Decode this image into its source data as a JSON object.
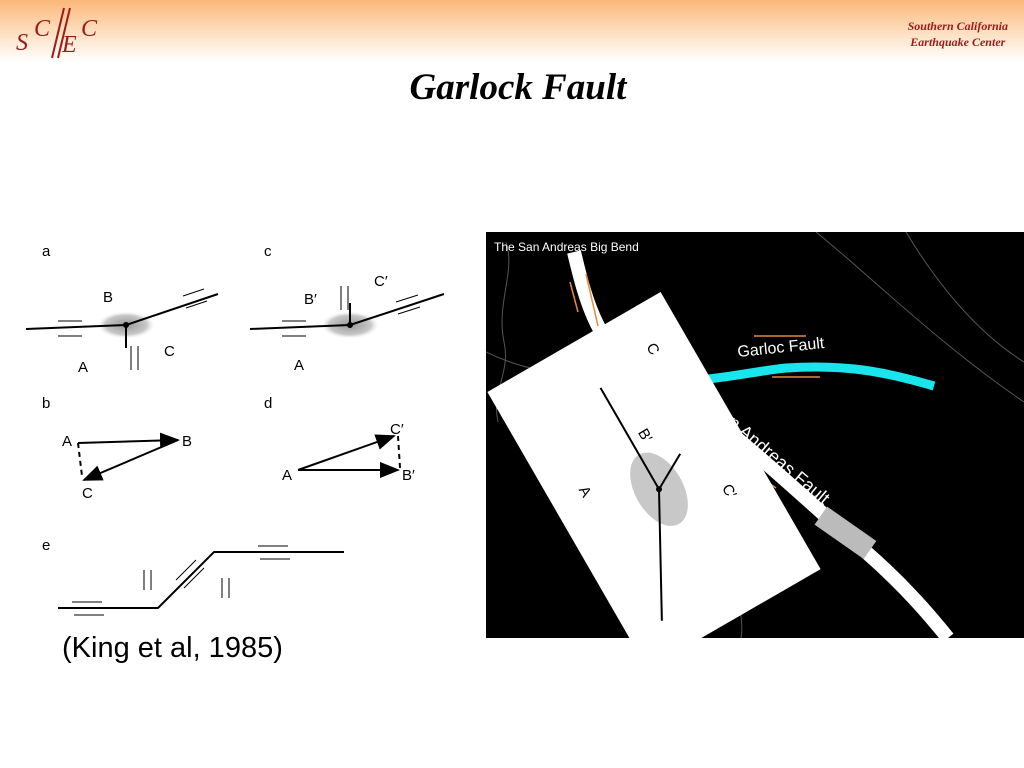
{
  "logo": {
    "text": "SCEC",
    "s": "S",
    "c1": "C",
    "e": "E",
    "c2": "C"
  },
  "org": {
    "line1": "Southern California",
    "line2": "Earthquake Center"
  },
  "title": "Garlock Fault",
  "citation": "(King et al, 1985)",
  "figure_left": {
    "panel_labels": [
      "a",
      "b",
      "c",
      "d",
      "e"
    ],
    "point_labels": [
      "A",
      "B",
      "C",
      "B′",
      "C′"
    ]
  },
  "map": {
    "caption": "The San Andreas Big Bend",
    "garlock_label": "Garloc Fault",
    "san_andreas_label": "San Andreas Fault",
    "colors": {
      "garlock": "#19e6ec",
      "background": "#000000",
      "fault": "#ffffff"
    },
    "inset_labels": {
      "a": "A",
      "b": "B′",
      "c": "C",
      "c_prime": "C′"
    }
  },
  "colors": {
    "org_text": "#9b1b1b",
    "logo": "#9b1b1b"
  }
}
